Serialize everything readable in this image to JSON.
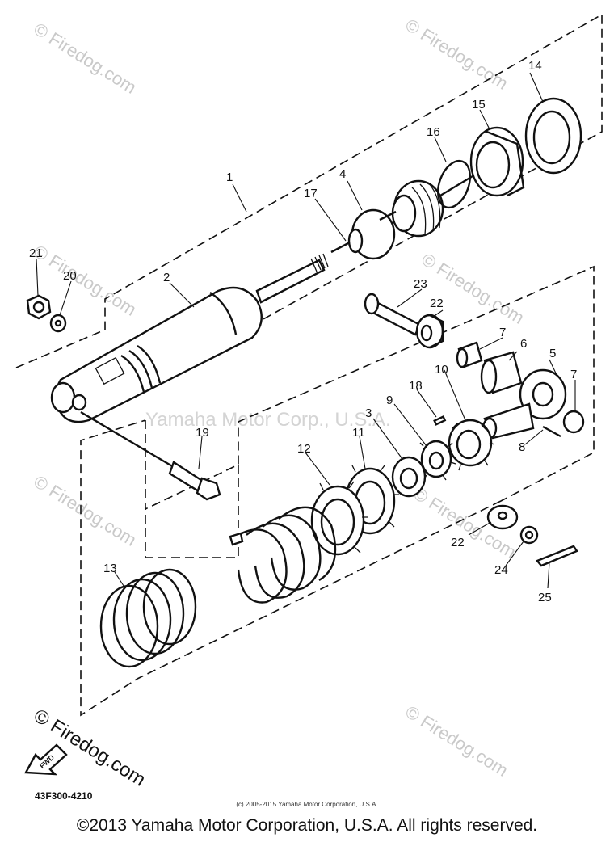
{
  "watermark": {
    "brand": "© Firedog.com",
    "center": "Yamaha Motor Corp., U.S.A."
  },
  "diagram": {
    "code": "43F300-4210",
    "fwd_icon": "fwd-arrow-icon",
    "fwd_text": "FWD",
    "labels": [
      "1",
      "2",
      "3",
      "4",
      "5",
      "6",
      "7",
      "7",
      "8",
      "9",
      "10",
      "11",
      "12",
      "13",
      "14",
      "15",
      "16",
      "17",
      "18",
      "19",
      "20",
      "21",
      "22",
      "22",
      "23",
      "24",
      "25"
    ]
  },
  "footer": {
    "small_copyright": "(c) 2005-2015 Yamaha Motor Corporation, U.S.A.",
    "copyright": "©2013 Yamaha Motor Corporation, U.S.A. All rights reserved."
  }
}
